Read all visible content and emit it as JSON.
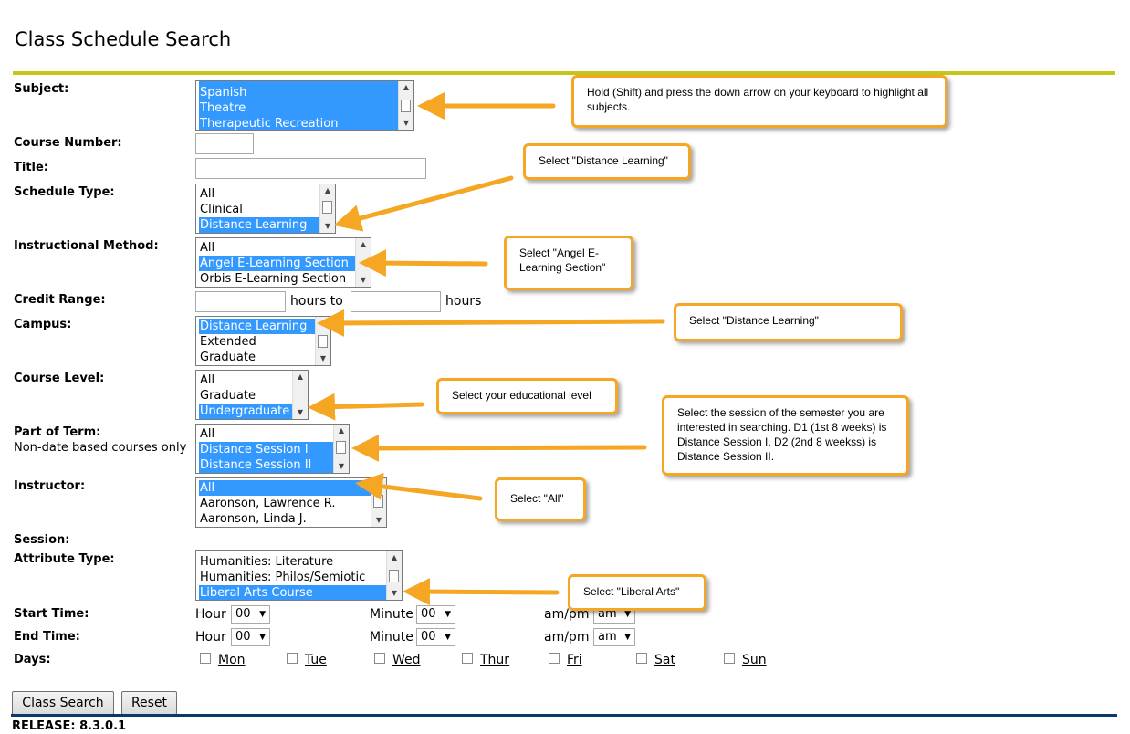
{
  "page": {
    "title": "Class Schedule Search",
    "release": "RELEASE: 8.3.0.1"
  },
  "colors": {
    "accent_rule": "#c6c61a",
    "selection": "#3399ff",
    "callout_border": "#f5a623",
    "bottom_rule": "#0a3a6a"
  },
  "form": {
    "subject": {
      "label": "Subject:",
      "options": [
        {
          "text": "Spanish",
          "selected": true
        },
        {
          "text": "Theatre",
          "selected": true
        },
        {
          "text": "Therapeutic Recreation",
          "selected": true
        }
      ]
    },
    "course_number": {
      "label": "Course Number:",
      "value": ""
    },
    "title": {
      "label": "Title:",
      "value": ""
    },
    "schedule_type": {
      "label": "Schedule Type:",
      "options": [
        {
          "text": "All",
          "selected": false
        },
        {
          "text": "Clinical",
          "selected": false
        },
        {
          "text": "Distance Learning",
          "selected": true
        }
      ]
    },
    "instructional_method": {
      "label": "Instructional Method:",
      "options": [
        {
          "text": "All",
          "selected": false
        },
        {
          "text": "Angel E-Learning Section",
          "selected": true
        },
        {
          "text": "Orbis E-Learning Section",
          "selected": false
        }
      ]
    },
    "credit_range": {
      "label": "Credit Range:",
      "from": "",
      "to": "",
      "mid_text": "hours to",
      "end_text": "hours"
    },
    "campus": {
      "label": "Campus:",
      "options": [
        {
          "text": "Distance Learning",
          "selected": true
        },
        {
          "text": "Extended",
          "selected": false
        },
        {
          "text": "Graduate",
          "selected": false
        }
      ]
    },
    "course_level": {
      "label": "Course Level:",
      "options": [
        {
          "text": "All",
          "selected": false
        },
        {
          "text": "Graduate",
          "selected": false
        },
        {
          "text": "Undergraduate",
          "selected": true
        }
      ]
    },
    "part_of_term": {
      "label": "Part of Term:",
      "sublabel": "Non-date based courses only",
      "options": [
        {
          "text": "All",
          "selected": false
        },
        {
          "text": "Distance Session I",
          "selected": true
        },
        {
          "text": "Distance Session II",
          "selected": true
        }
      ]
    },
    "instructor": {
      "label": "Instructor:",
      "options": [
        {
          "text": "All",
          "selected": true
        },
        {
          "text": "Aaronson, Lawrence R.",
          "selected": false
        },
        {
          "text": "Aaronson, Linda J.",
          "selected": false
        }
      ]
    },
    "session": {
      "label": "Session:"
    },
    "attribute_type": {
      "label": "Attribute Type:",
      "options": [
        {
          "text": "Humanities: Literature",
          "selected": false
        },
        {
          "text": "Humanities: Philos/Semiotic",
          "selected": false
        },
        {
          "text": "Liberal Arts Course",
          "selected": true
        }
      ]
    },
    "start_time": {
      "label": "Start Time:",
      "hour_label": "Hour",
      "hour": "00",
      "minute_label": "Minute",
      "minute": "00",
      "ampm_label": "am/pm",
      "ampm": "am"
    },
    "end_time": {
      "label": "End Time:",
      "hour_label": "Hour",
      "hour": "00",
      "minute_label": "Minute",
      "minute": "00",
      "ampm_label": "am/pm",
      "ampm": "am"
    },
    "days": {
      "label": "Days:",
      "items": [
        "Mon",
        "Tue",
        "Wed",
        "Thur",
        "Fri",
        "Sat",
        "Sun"
      ]
    },
    "buttons": {
      "search": "Class Search",
      "reset": "Reset"
    }
  },
  "callouts": {
    "subject": "Hold (Shift) and press the down arrow on your keyboard to highlight all subjects.",
    "schedule_type": "Select \"Distance Learning\"",
    "instructional_method": "Select \"Angel E-Learning Section\"",
    "campus": "Select \"Distance Learning\"",
    "course_level": "Select your educational level",
    "part_of_term": "Select the session of the semester you are interested in searching. D1 (1st 8 weeks) is Distance Session I, D2 (2nd 8 weekss) is Distance Session II.",
    "instructor": "Select \"All\"",
    "attribute_type": "Select \"Liberal Arts\""
  }
}
